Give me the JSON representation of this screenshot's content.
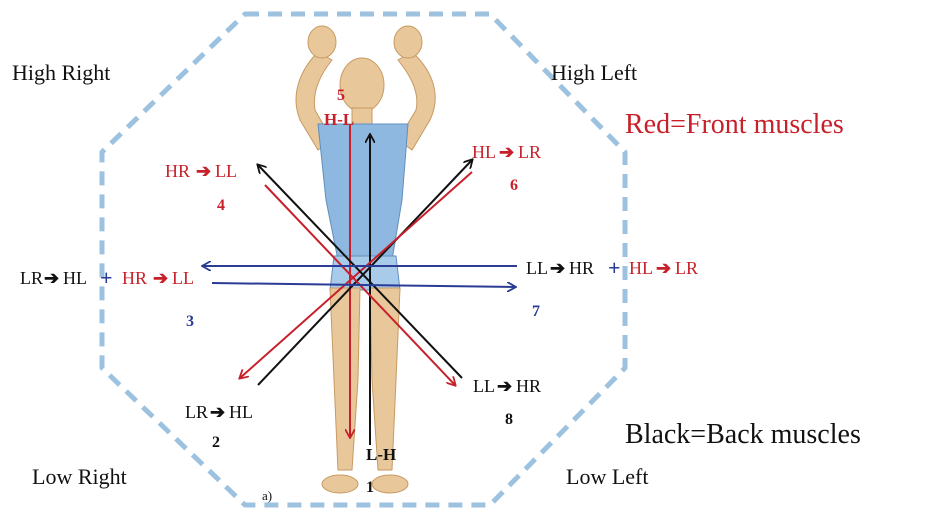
{
  "corners": {
    "high_right": "High Right",
    "high_left": "High Left",
    "low_right": "Low Right",
    "low_left": "Low Left"
  },
  "legend": {
    "red": "Red=Front muscles",
    "black": "Black=Back muscles"
  },
  "figure_label": "a)",
  "arrow_labels": {
    "a1_text": "L-H",
    "a1_num": "1",
    "a2_left": "LR",
    "a2_right": "HL",
    "a2_num": "2",
    "a3_left_a": "LR",
    "a3_left_b": "HL",
    "a3_plus": "+",
    "a3_left_c": "HR",
    "a3_left_d": "LL",
    "a3_num": "3",
    "a4_left": "HR",
    "a4_right": "LL",
    "a4_num": "4",
    "a5_text": "H-L",
    "a5_num": "5",
    "a6_left": "HL",
    "a6_right": "LR",
    "a6_num": "6",
    "a7_left_a": "LL",
    "a7_left_b": "HR",
    "a7_plus": "+",
    "a7_left_c": "HL",
    "a7_left_d": "LR",
    "a7_num": "7",
    "a8_left": "LL",
    "a8_right": "HR",
    "a8_num": "8"
  },
  "colors": {
    "red": "#c8202a",
    "blue": "#2a3c95",
    "black": "#111111",
    "octagon": "#9cc2e0",
    "skin": "#e8c79a",
    "muscle": "#8fb8e0"
  }
}
